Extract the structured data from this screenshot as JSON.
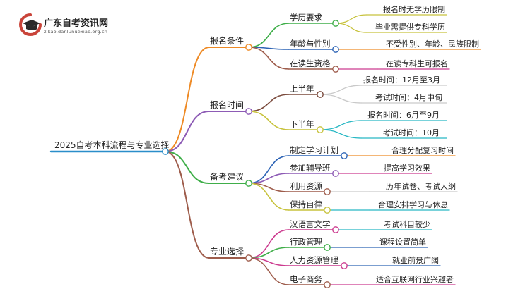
{
  "logo": {
    "title": "广东自考资讯网",
    "url": "zikao.danlunuexiao.org.cn",
    "colors": {
      "ring": "#c9443a",
      "cap": "#2a2a2a"
    }
  },
  "root": {
    "label": "2025自考本科流程与专业选择",
    "color": "#2a8ec9"
  },
  "branches": [
    {
      "label": "报名条件",
      "color": "#ee8a25",
      "children": [
        {
          "label": "学历要求",
          "color": "#3fae49",
          "leaves": [
            {
              "label": "报名时无学历限制",
              "color": "#c7c23c"
            },
            {
              "label": "毕业需提供专科学历",
              "color": "#c7c23c"
            }
          ]
        },
        {
          "label": "年龄与性别",
          "color": "#2c63b5",
          "leaves": [
            {
              "label": "不受性别、年龄、民族限制",
              "color": "#ee8a25"
            }
          ]
        },
        {
          "label": "在读生资格",
          "color": "#9e5c4b",
          "leaves": [
            {
              "label": "在读专科生可报名",
              "color": "#cc3b8f"
            }
          ]
        }
      ]
    },
    {
      "label": "报名时间",
      "color": "#8d5bb5",
      "children": [
        {
          "label": "上半年",
          "color": "#7a4a3c",
          "leaves": [
            {
              "label": "报名时间：12月至3月",
              "color": "#c9c9c9"
            },
            {
              "label": "考试时间：4月中旬",
              "color": "#c9c9c9"
            }
          ]
        },
        {
          "label": "下半年",
          "color": "#c7c23c",
          "leaves": [
            {
              "label": "报名时间：6月至9月",
              "color": "#28b8c4"
            },
            {
              "label": "考试时间：10月",
              "color": "#28b8c4"
            }
          ]
        }
      ]
    },
    {
      "label": "备考建议",
      "color": "#3fae49",
      "children": [
        {
          "label": "制定学习计划",
          "color": "#2c63b5",
          "leaves": [
            {
              "label": "合理分配复习时间",
              "color": "#ee8a25"
            }
          ]
        },
        {
          "label": "参加辅导班",
          "color": "#8d5bb5",
          "leaves": [
            {
              "label": "提高学习效果",
              "color": "#cc3b8f"
            }
          ]
        },
        {
          "label": "利用资源",
          "color": "#9e5c4b",
          "leaves": [
            {
              "label": "历年试卷、考试大纲",
              "color": "#c9c9c9"
            }
          ]
        },
        {
          "label": "保持自律",
          "color": "#c7c23c",
          "leaves": [
            {
              "label": "合理安排学习与休息",
              "color": "#28b8c4"
            }
          ]
        }
      ]
    },
    {
      "label": "专业选择",
      "color": "#9e5c4b",
      "children": [
        {
          "label": "汉语言文学",
          "color": "#cc3b8f",
          "leaves": [
            {
              "label": "考试科目较少",
              "color": "#28b8c4"
            }
          ]
        },
        {
          "label": "行政管理",
          "color": "#3fae49",
          "leaves": [
            {
              "label": "课程设置简单",
              "color": "#2c63b5"
            }
          ]
        },
        {
          "label": "人力资源管理",
          "color": "#cc3b8f",
          "leaves": [
            {
              "label": "就业前景广阔",
              "color": "#2c63b5"
            }
          ]
        },
        {
          "label": "电子商务",
          "color": "#9e5c4b",
          "leaves": [
            {
              "label": "适合互联网行业兴趣者",
              "color": "#cc3b8f"
            }
          ]
        }
      ]
    }
  ]
}
